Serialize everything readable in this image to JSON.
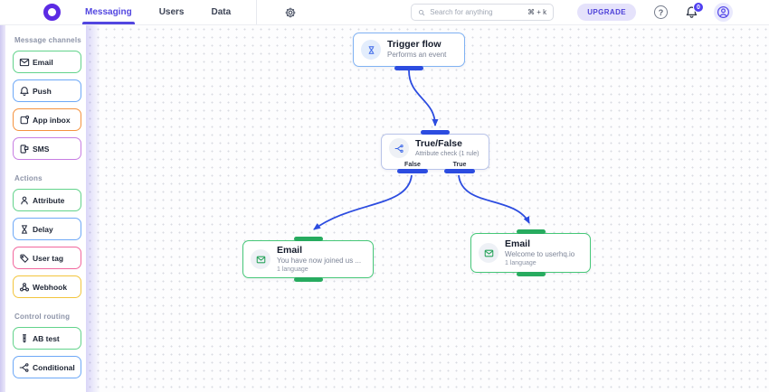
{
  "topbar": {
    "nav_items": [
      {
        "label": "Messaging",
        "active": true
      },
      {
        "label": "Users",
        "active": false
      },
      {
        "label": "Data",
        "active": false
      }
    ],
    "search": {
      "placeholder": "Search for anything",
      "shortcut": "⌘ + k"
    },
    "upgrade_label": "UPGRADE",
    "help_label": "?",
    "notifications": {
      "badge_count": "0"
    }
  },
  "sidebar": {
    "sections": [
      {
        "title": "Message channels",
        "items": [
          {
            "label": "Email",
            "icon": "envelope-icon",
            "border_color": "#62d38b"
          },
          {
            "label": "Push",
            "icon": "bell-icon",
            "border_color": "#6da8f7"
          },
          {
            "label": "App inbox",
            "icon": "app-inbox-icon",
            "border_color": "#f5923e"
          },
          {
            "label": "SMS",
            "icon": "sms-icon",
            "border_color": "#c77de2"
          }
        ]
      },
      {
        "title": "Actions",
        "items": [
          {
            "label": "Attribute",
            "icon": "person-icon",
            "border_color": "#62d38b"
          },
          {
            "label": "Delay",
            "icon": "hourglass-icon",
            "border_color": "#6da8f7"
          },
          {
            "label": "User tag",
            "icon": "tag-icon",
            "border_color": "#f2679d"
          },
          {
            "label": "Webhook",
            "icon": "webhook-icon",
            "border_color": "#f3c53d"
          }
        ]
      },
      {
        "title": "Control routing",
        "items": [
          {
            "label": "AB test",
            "icon": "ab-test-icon",
            "border_color": "#62d38b"
          },
          {
            "label": "Conditional",
            "icon": "split-icon",
            "border_color": "#6da8f7"
          }
        ]
      }
    ]
  },
  "flow": {
    "nodes": [
      {
        "id": "trigger",
        "title": "Trigger flow",
        "subtitle": "Performs an event",
        "icon": "hourglass-icon",
        "accent": "#80b2f3"
      },
      {
        "id": "true-false",
        "title": "True/False",
        "subtitle": "Attribute check (1 rule)",
        "icon": "split-icon",
        "outputs": [
          "False",
          "True"
        ],
        "accent": "#b9c4e9"
      },
      {
        "id": "email-false",
        "title": "Email",
        "subtitle": "You have now joined us ...",
        "meta": "1 language",
        "icon": "envelope-icon",
        "accent": "#46c878"
      },
      {
        "id": "email-true",
        "title": "Email",
        "subtitle": "Welcome to userhq.io",
        "meta": "1 language",
        "icon": "envelope-icon",
        "accent": "#46c878"
      }
    ],
    "edges": [
      {
        "from": "trigger",
        "to": "true-false"
      },
      {
        "from": "true-false:False",
        "to": "email-false"
      },
      {
        "from": "true-false:True",
        "to": "email-true"
      }
    ],
    "edge_color": "#2c4ce0",
    "handle_colors": {
      "blue": "#2c4ce0",
      "green": "#27ab5f"
    }
  },
  "colors": {
    "brand_purple": "#5c2be4",
    "active_tab": "#5246e0",
    "upgrade_bg": "#e5e2fb",
    "badge_bg": "#4f3ff0",
    "canvas_dot": "#d9dbe2"
  }
}
